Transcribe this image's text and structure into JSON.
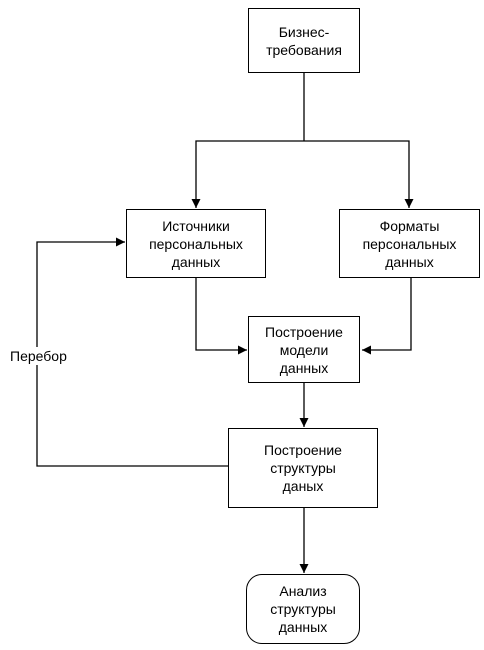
{
  "diagram": {
    "nodes": {
      "business_requirements": "Бизнес-\nтребования",
      "personal_data_sources": "Источники\nперсональных\nданных",
      "personal_data_formats": "Форматы\nперсональных\nданных",
      "data_model_construction": "Построение\nмодели\nданных",
      "data_structure_construction": "Построение\nструктуры\nданых",
      "data_structure_analysis": "Анализ\nструктуры\nданных"
    },
    "loop_label": "Перебор",
    "colors": {
      "line": "#000000",
      "fill": "#ffffff",
      "text": "#000000"
    }
  }
}
